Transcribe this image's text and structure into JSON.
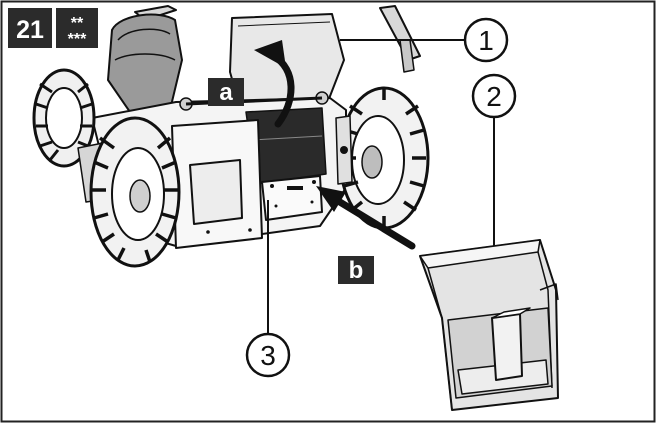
{
  "figure_number": "21",
  "difficulty": {
    "line1": "**",
    "line2": "***"
  },
  "letters": {
    "a": "a",
    "b": "b"
  },
  "callouts": {
    "c1": "1",
    "c2": "2",
    "c3": "3"
  },
  "colors": {
    "ink": "#111111",
    "tag": "#2b2b2b",
    "part_fill": "#e4e4e4",
    "panel": "#ededed"
  }
}
